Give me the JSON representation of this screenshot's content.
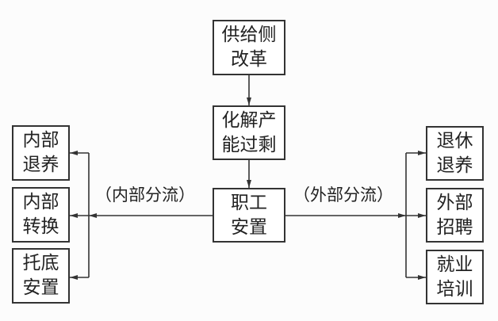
{
  "nodes": {
    "reform": [
      "供给侧",
      "改革"
    ],
    "resolve": [
      "化解产",
      "能过剩"
    ],
    "placement": [
      "职工",
      "安置"
    ],
    "internal": [
      [
        "内部",
        "退养"
      ],
      [
        "内部",
        "转换"
      ],
      [
        "托底",
        "安置"
      ]
    ],
    "external": [
      [
        "退休",
        "退养"
      ],
      [
        "外部",
        "招聘"
      ],
      [
        "就业",
        "培训"
      ]
    ]
  },
  "labels": {
    "internal_flow": "（内部分流）",
    "external_flow": "（外部分流）"
  }
}
